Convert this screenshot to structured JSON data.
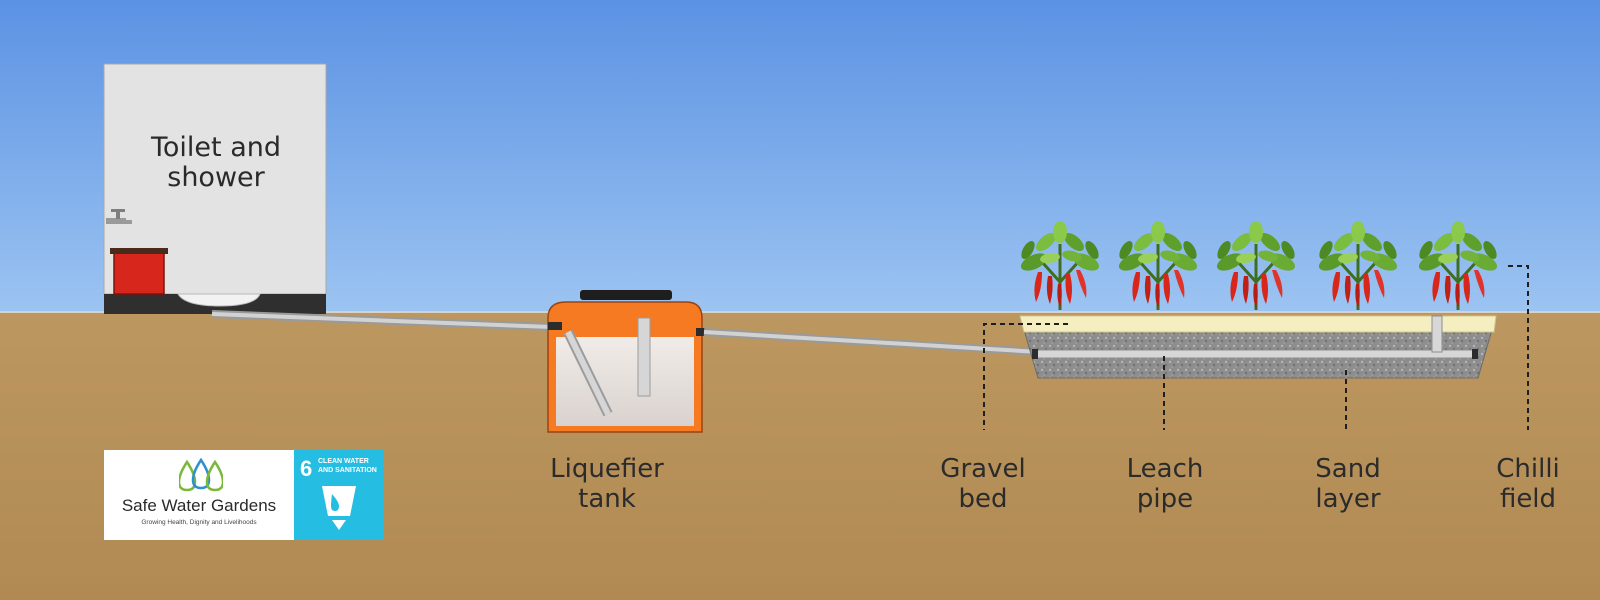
{
  "labels": {
    "toilet": [
      "Toilet and",
      "shower"
    ],
    "tank": [
      "Liquefier",
      "tank"
    ],
    "gravel": [
      "Gravel",
      "bed"
    ],
    "leach": [
      "Leach",
      "pipe"
    ],
    "sand": [
      "Sand",
      "layer"
    ],
    "chilli": [
      "Chilli",
      "field"
    ]
  },
  "brand": {
    "name": "Safe Water Gardens",
    "tagline": "Growing Health, Dignity and Livelihoods"
  },
  "sdg": {
    "number": "6",
    "title_line1": "CLEAN WATER",
    "title_line2": "AND SANITATION"
  },
  "colors": {
    "sky_top": "#5b92e3",
    "sky_bottom": "#9cc4f2",
    "soil": "#b89259",
    "tank_orange": "#f57a22",
    "chilli_red": "#d8261b",
    "sdg_blue": "#26bde2",
    "brand_green": "#7ab83a",
    "brand_blue": "#2f8fd0"
  }
}
